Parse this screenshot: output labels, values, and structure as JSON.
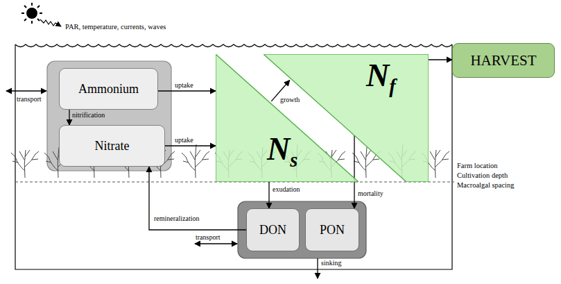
{
  "diagram": {
    "nodes": [
      {
        "text": [
          "Ammonium"
        ]
      },
      {
        "text": [
          "Nitrate"
        ]
      },
      {
        "text": [
          "Ns"
        ]
      },
      {
        "text": [
          "Nf"
        ]
      },
      {
        "text": [
          "HARVEST"
        ]
      },
      {
        "text": [
          "DON"
        ]
      },
      {
        "text": [
          "PON"
        ]
      }
    ],
    "edges": [
      {
        "from": 0,
        "to": 1,
        "arrow": "to",
        "label": "nitrification"
      },
      {
        "from": 0,
        "to": 2,
        "arrow": "to",
        "label": "uptake"
      },
      {
        "from": 1,
        "to": 2,
        "arrow": "to",
        "label": "uptake"
      },
      {
        "from": 2,
        "to": 3,
        "arrow": "to",
        "label": "growth"
      },
      {
        "from": 3,
        "to": 4,
        "arrow": "to"
      },
      {
        "from": 2,
        "to": 5,
        "arrow": "to",
        "label": "exudation"
      },
      {
        "from": 3,
        "to": 6,
        "arrow": "to",
        "label": "mortality"
      },
      {
        "from": 5,
        "to": 1,
        "arrow": "to",
        "label": "remineralization"
      }
    ],
    "labels": [
      "PAR, temperature, currents, waves",
      "transport",
      "transport",
      "sinking",
      "Farm location",
      "Cultivation depth",
      "Macroalgal spacing"
    ]
  }
}
